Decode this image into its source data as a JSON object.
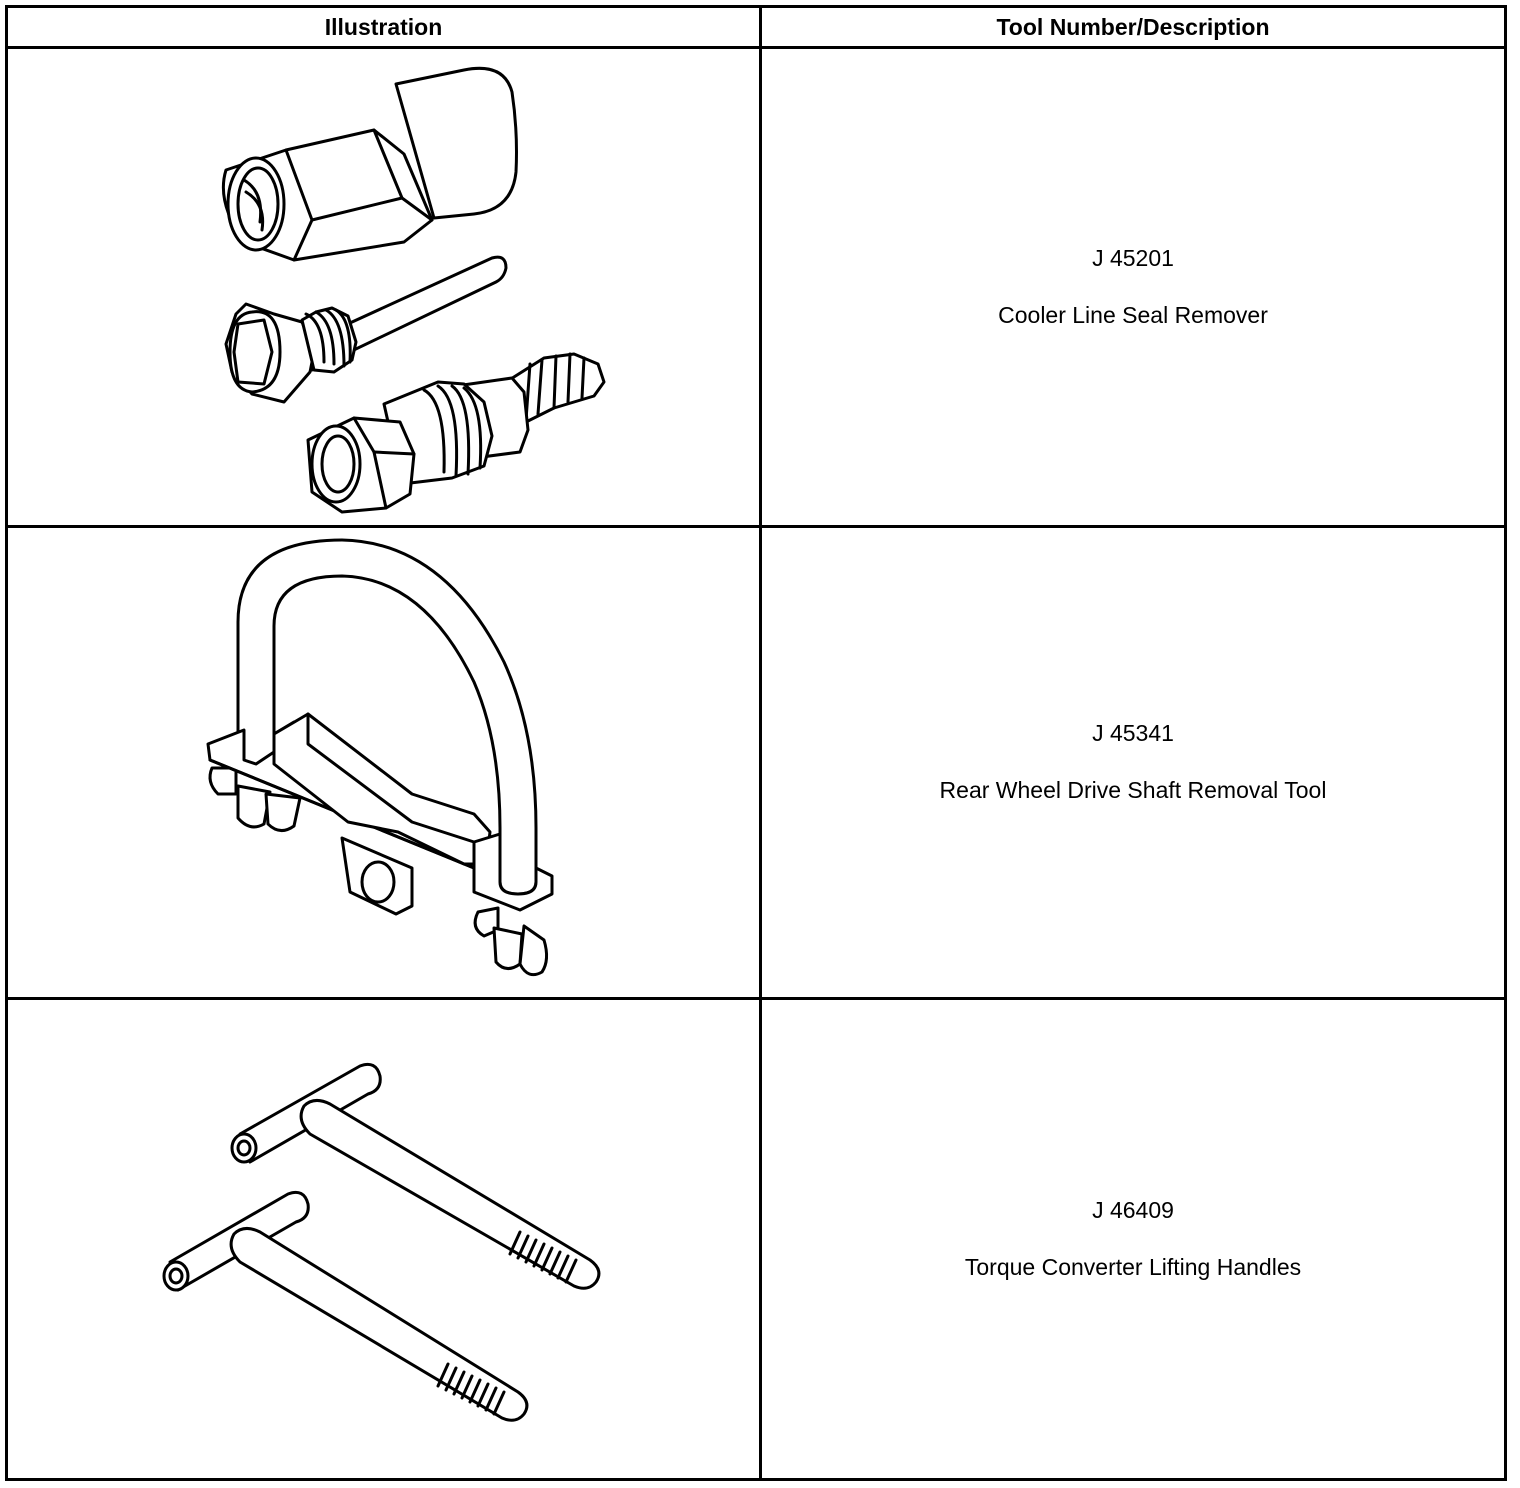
{
  "table": {
    "headers": {
      "illustration": "Illustration",
      "tool": "Tool Number/Description"
    },
    "rows": [
      {
        "tool_number": "J 45201",
        "description": "Cooler Line Seal Remover",
        "illustration_icon": "cooler-line-seal-remover-icon"
      },
      {
        "tool_number": "J 45341",
        "description": "Rear Wheel Drive Shaft Removal Tool",
        "illustration_icon": "drive-shaft-removal-tool-icon"
      },
      {
        "tool_number": "J 46409",
        "description": "Torque Converter Lifting Handles",
        "illustration_icon": "torque-converter-lifting-handles-icon"
      }
    ]
  }
}
